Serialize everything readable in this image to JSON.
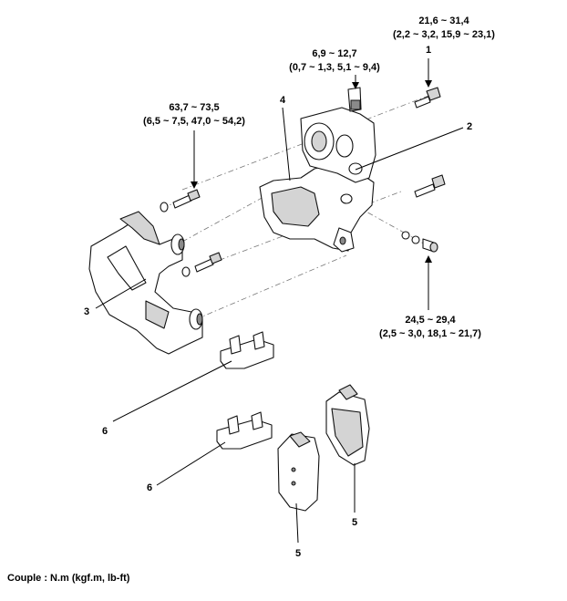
{
  "torque_specs": {
    "bolt_1": {
      "nm": "21,6 ~ 31,4",
      "alt": "(2,2 ~ 3,2, 15,9 ~ 23,1)"
    },
    "bolt_caliper_top": {
      "nm": "6,9 ~ 12,7",
      "alt": "(0,7 ~ 1,3, 5,1 ~ 9,4)"
    },
    "bolt_carrier": {
      "nm": "63,7 ~ 73,5",
      "alt": "(6,5 ~ 7,5, 47,0 ~ 54,2)"
    },
    "bolt_bleeder": {
      "nm": "24,5 ~ 29,4",
      "alt": "(2,5 ~ 3,0, 18,1 ~ 21,7)"
    }
  },
  "callouts": {
    "c1": "1",
    "c2": "2",
    "c3": "3",
    "c4": "4",
    "c5a": "5",
    "c5b": "5",
    "c6a": "6",
    "c6b": "6"
  },
  "footer": {
    "units": "Couple : N.m (kgf.m, lb-ft)"
  }
}
